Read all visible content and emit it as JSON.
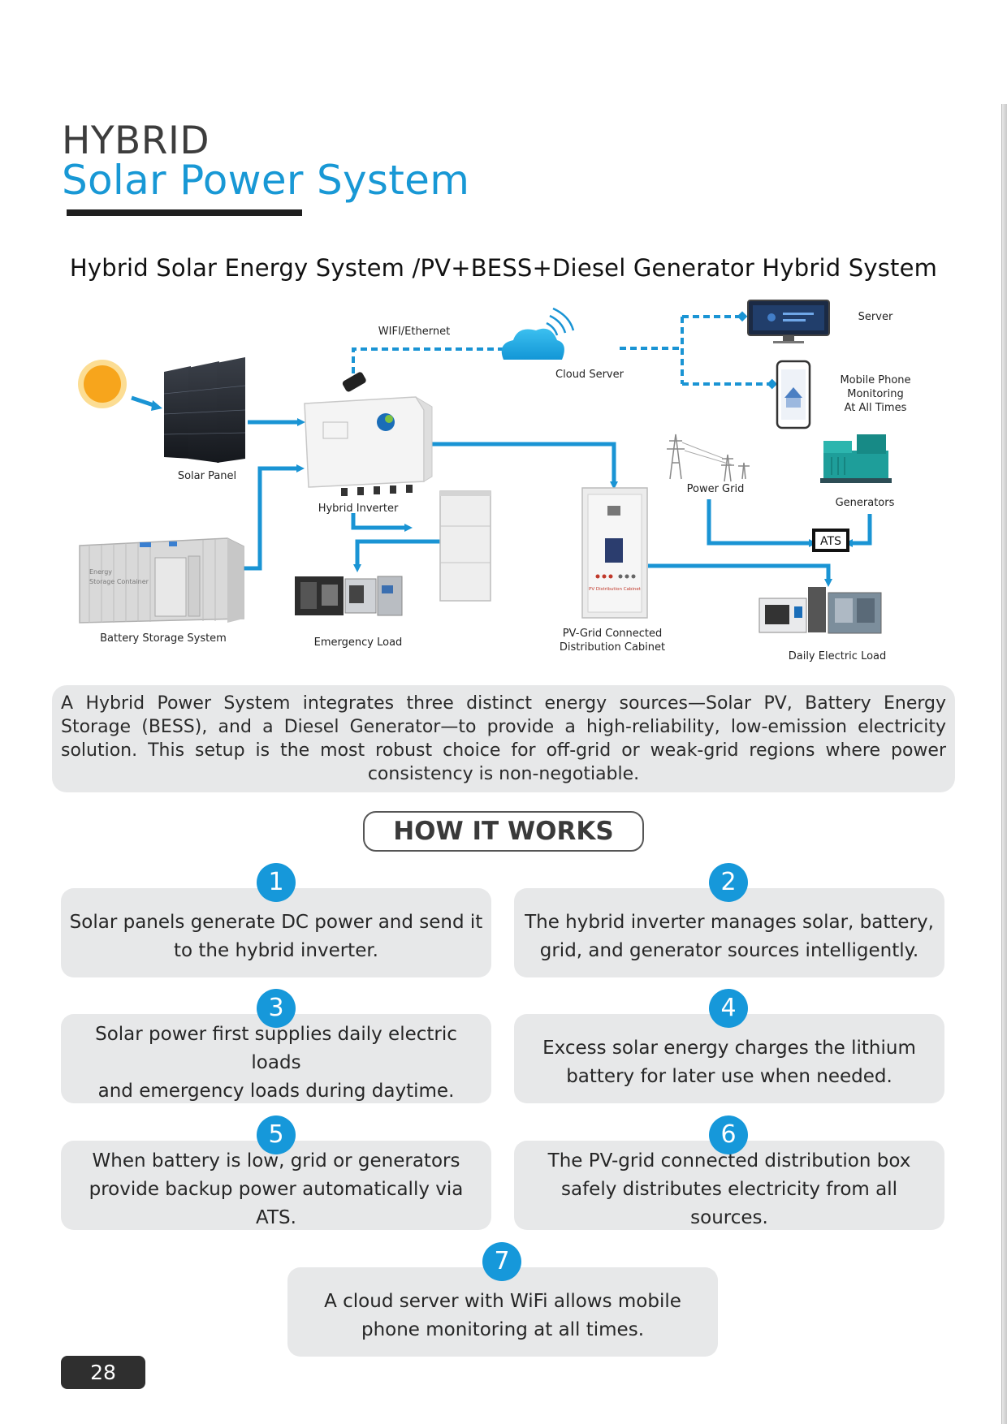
{
  "header": {
    "title_line1": "HYBRID",
    "title_line2": "Solar Power System",
    "subtitle": "Hybrid Solar Energy System /PV+BESS+Diesel Generator Hybrid System"
  },
  "diagram": {
    "labels": {
      "wifi": "WIFI/Ethernet",
      "cloud": "Cloud Server",
      "server": "Server",
      "mobile_line1": "Mobile Phone",
      "mobile_line2": "Monitoring",
      "mobile_line3": "At All Times",
      "solar_panel": "Solar Panel",
      "hybrid_inverter": "Hybrid Inverter",
      "power_grid": "Power Grid",
      "generators": "Generators",
      "ats": "ATS",
      "battery_storage": "Battery Storage System",
      "emergency_load": "Emergency Load",
      "cabinet_line1": "PV-Grid Connected",
      "cabinet_line2": "Distribution Cabinet",
      "daily_load": "Daily Electric Load",
      "container_line1": "Energy",
      "container_line2": "Storage Container",
      "cabinet_panel_text": "PV Distribution Cabinet"
    },
    "colors": {
      "flow": "#1a94d4",
      "sun": "#f7a51c",
      "cloud": "#1aa6e2"
    }
  },
  "intro": "A Hybrid Power System integrates three distinct energy sources—Solar PV, Battery Energy Storage (BESS), and a Diesel Generator—to provide a high-reliability, low-emission electricity solution. This setup is the most robust choice for off-grid or weak-grid regions where power consistency is non-negotiable.",
  "how_it_works": {
    "title": "HOW IT WORKS",
    "steps": [
      {
        "num": "1",
        "line1": "Solar panels generate DC power and send it",
        "line2": "to the hybrid inverter."
      },
      {
        "num": "2",
        "line1": "The hybrid inverter manages solar, battery,",
        "line2": "grid, and generator sources intelligently."
      },
      {
        "num": "3",
        "line1": "Solar power first supplies daily electric loads",
        "line2": "and emergency loads during daytime."
      },
      {
        "num": "4",
        "line1": "Excess solar energy charges the lithium",
        "line2": "battery for later use when needed."
      },
      {
        "num": "5",
        "line1": "When battery is low, grid or generators",
        "line2": "provide backup power automatically via ATS."
      },
      {
        "num": "6",
        "line1": "The PV-grid connected distribution box",
        "line2": "safely distributes electricity from all sources."
      },
      {
        "num": "7",
        "line1": "A cloud server with WiFi allows mobile",
        "line2": "phone monitoring at all times."
      }
    ]
  },
  "footer": {
    "page_number": "28"
  },
  "theme": {
    "accent": "#1898d5",
    "card_bg": "#e7e8e9",
    "dark": "#2f2f2f"
  }
}
